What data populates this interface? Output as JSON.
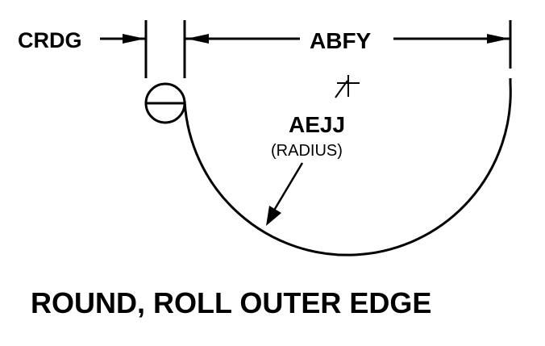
{
  "diagram": {
    "labels": {
      "thickness": "CRDG",
      "width": "ABFY",
      "radius_code": "AEJJ",
      "radius_note": "(RADIUS)"
    },
    "caption": "ROUND, ROLL OUTER EDGE",
    "colors": {
      "ink": "#000000",
      "background": "#ffffff"
    }
  }
}
